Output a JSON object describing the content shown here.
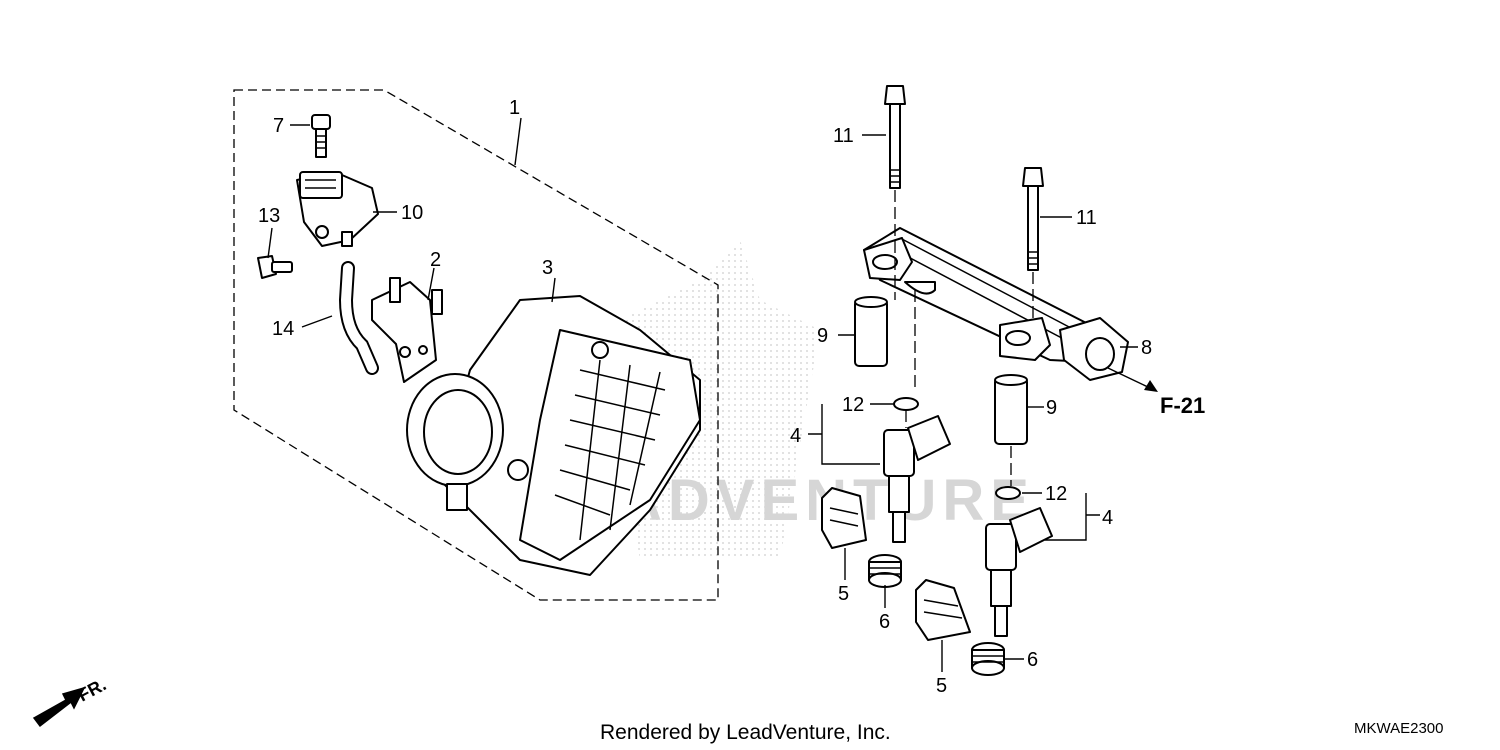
{
  "diagram": {
    "callouts": {
      "c1": "1",
      "c2": "2",
      "c3": "3",
      "c4a": "4",
      "c4b": "4",
      "c5a": "5",
      "c5b": "5",
      "c6a": "6",
      "c6b": "6",
      "c7": "7",
      "c8": "8",
      "c9a": "9",
      "c9b": "9",
      "c10": "10",
      "c11a": "11",
      "c11b": "11",
      "c12a": "12",
      "c12b": "12",
      "c13": "13",
      "c14": "14"
    },
    "reference": "F-21",
    "front_marker": "FR.",
    "watermark": "ADVENTURE"
  },
  "footer": {
    "credit": "Rendered by LeadVenture, Inc.",
    "diagram_code": "MKWAE2300"
  }
}
